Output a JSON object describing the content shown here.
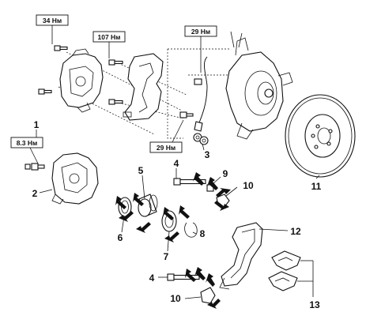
{
  "torque_labels": {
    "caliper_bolt": "34 Нм",
    "carrier_bolt": "107 Нм",
    "hose_bracket_top": "29 Нм",
    "hose_union": "29 Нм",
    "bleeder": "8.3 Нм"
  },
  "callouts": {
    "n1": "1",
    "n2": "2",
    "n3": "3",
    "n4a": "4",
    "n4b": "4",
    "n5": "5",
    "n6": "6",
    "n7": "7",
    "n8": "8",
    "n9": "9",
    "n10a": "10",
    "n10b": "10",
    "n11": "11",
    "n12": "12",
    "n13": "13"
  }
}
